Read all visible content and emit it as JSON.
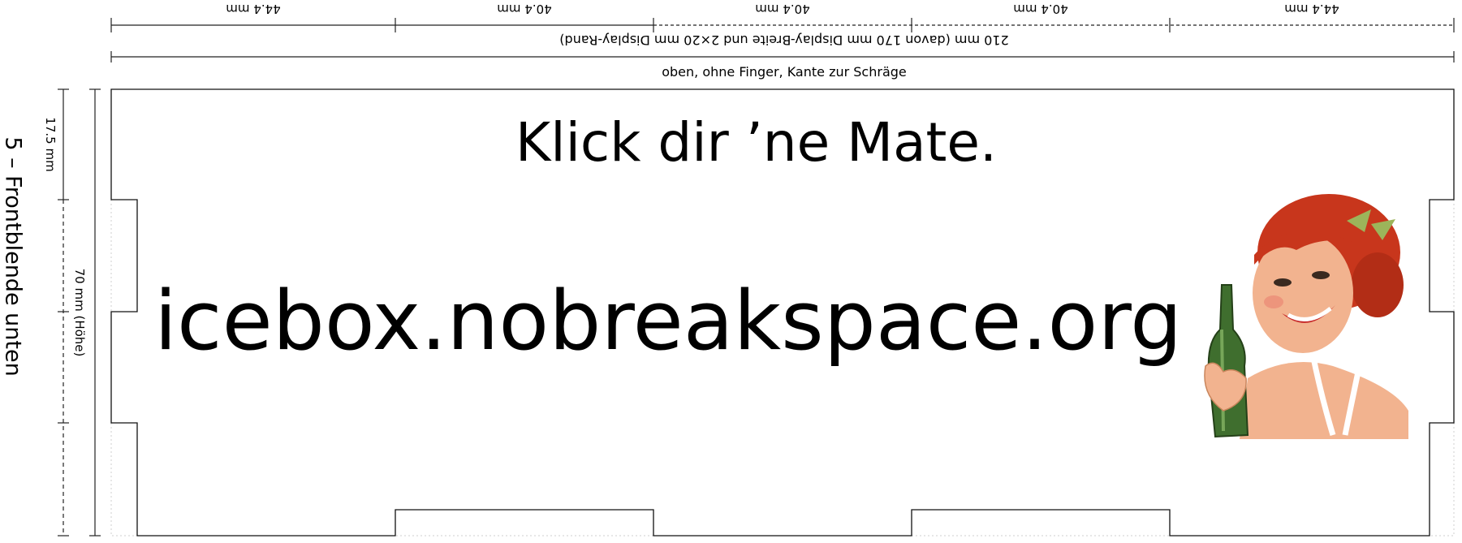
{
  "title": "5 – Frontblende unten",
  "headline": "Klick dir ’ne Mate.",
  "url": "icebox.nobreakspace.org",
  "top_edge_label": "oben, ohne Finger, Kante zur Schräge",
  "width_label": "210 mm (davon 170 mm Display-Breite und 2×20 mm Display-Rand)",
  "segment_labels": [
    "44.4 mm",
    "40.4 mm",
    "40.4 mm",
    "40.4 mm",
    "44.4 mm"
  ],
  "top_height_label": "17.5 mm",
  "height_label": "70 mm (Höhe)",
  "illustration": {
    "subject": "pin-up woman holding green bottle",
    "hair": "#c8361c",
    "bow": "#9cb45a",
    "bottle": "#3f6e2e",
    "skin": "#f2b38f"
  }
}
